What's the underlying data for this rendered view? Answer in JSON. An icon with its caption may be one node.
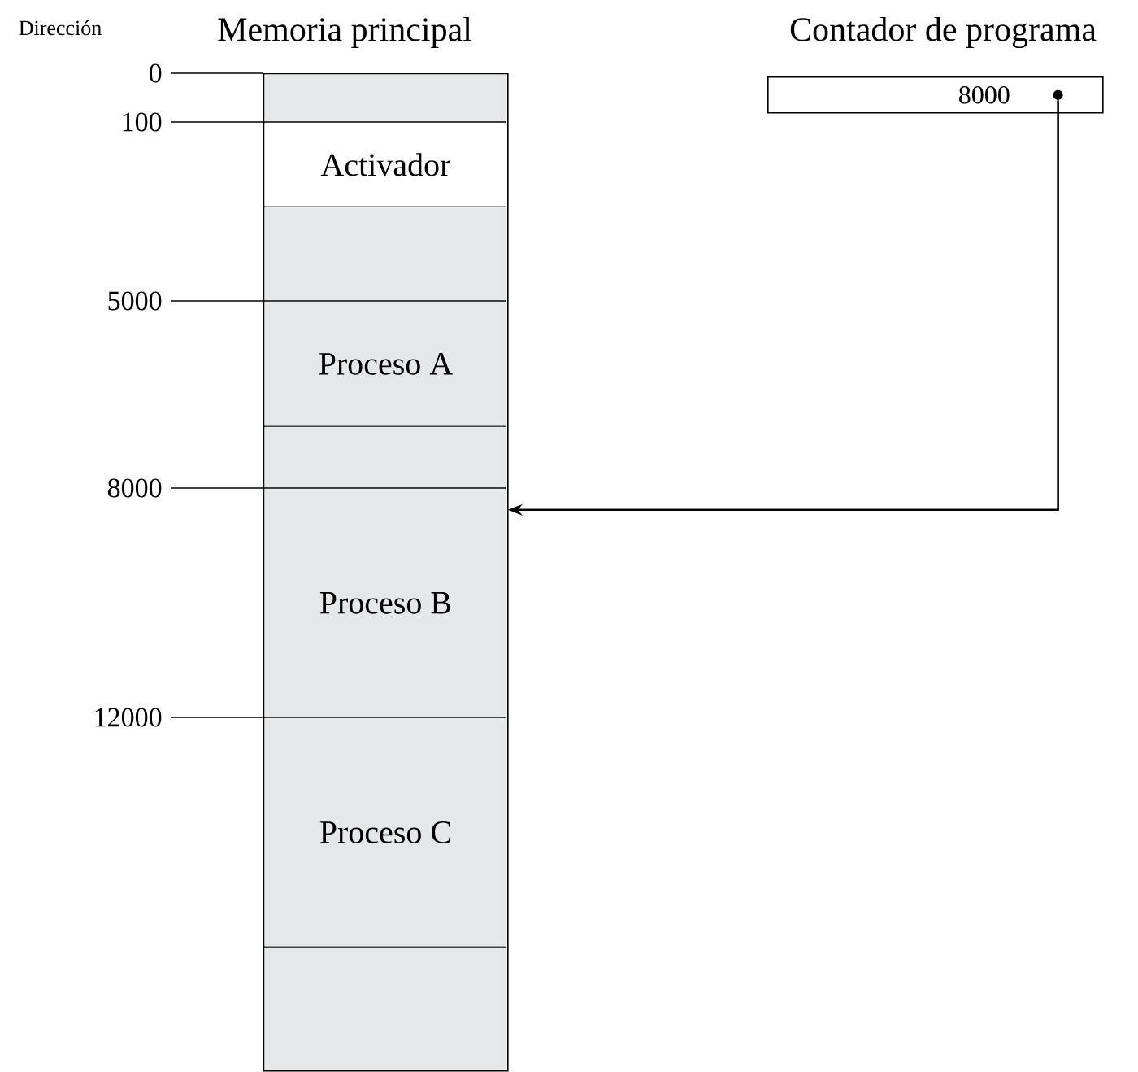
{
  "diagram": {
    "nodes": [
      {
        "text": [
          "Memoria principal"
        ]
      },
      {
        "text": [],
        "shape": "box",
        "in": 0,
        "beside": [
          "0"
        ]
      },
      {
        "text": [
          "Activador"
        ],
        "in": 0,
        "beside": [
          "100"
        ]
      },
      {
        "text": [],
        "shape": "box",
        "in": 0
      },
      {
        "text": [
          "Proceso A"
        ],
        "in": 0,
        "beside": [
          "5000"
        ]
      },
      {
        "text": [],
        "shape": "box",
        "in": 0
      },
      {
        "text": [
          "Proceso B"
        ],
        "in": 0,
        "beside": [
          "8000"
        ]
      },
      {
        "text": [
          "Proceso C"
        ],
        "in": 0,
        "beside": [
          "12000"
        ]
      },
      {
        "text": [],
        "shape": "box",
        "in": 0
      },
      {
        "text": [
          "Contador de programa",
          "8000"
        ]
      },
      {
        "text": [],
        "shape": "circle",
        "in": 9
      }
    ],
    "edges": [
      {
        "from": 10,
        "to": 6,
        "arrow": "to"
      }
    ],
    "labels": [
      "Dirección"
    ]
  }
}
